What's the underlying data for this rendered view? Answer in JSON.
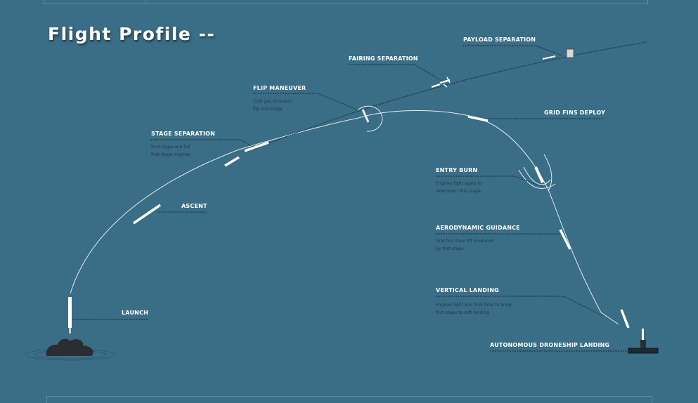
{
  "title": "Flight Profile --",
  "stages": {
    "launch": {
      "label": "LAUNCH"
    },
    "ascent": {
      "label": "ASCENT"
    },
    "stage_separation": {
      "label": "STAGE SEPARATION",
      "desc": [
        "First stage and full",
        "first stage engines"
      ]
    },
    "flip_maneuver": {
      "label": "FLIP MANEUVER",
      "desc": [
        "Cold gas thrusters",
        "flip first stage"
      ]
    },
    "fairing_separation": {
      "label": "FAIRING SEPARATION"
    },
    "payload_separation": {
      "label": "PAYLOAD SEPARATION"
    },
    "grid_fins_deploy": {
      "label": "GRID FINS DEPLOY"
    },
    "entry_burn": {
      "label": "ENTRY BURN",
      "desc": [
        "Engines light again to",
        "slow down first stage"
      ]
    },
    "aerodynamic_guidance": {
      "label": "AERODYNAMIC GUIDANCE",
      "desc": [
        "Grid fins steer lift produced",
        "by first stage"
      ]
    },
    "vertical_landing": {
      "label": "VERTICAL LANDING",
      "desc": [
        "Engines light one final time to bring",
        "first stage to soft landing"
      ]
    },
    "droneship_landing": {
      "label": "AUTONOMOUS DRONESHIP LANDING"
    }
  },
  "colors": {
    "background": "#3a6d86",
    "trajectory": "#e6edf1",
    "leader": "#1c3442",
    "label": "#ffffff"
  },
  "icons": [
    "launch-pad-icon",
    "rocket-icon",
    "fairing-icon",
    "payload-icon",
    "droneship-icon"
  ]
}
